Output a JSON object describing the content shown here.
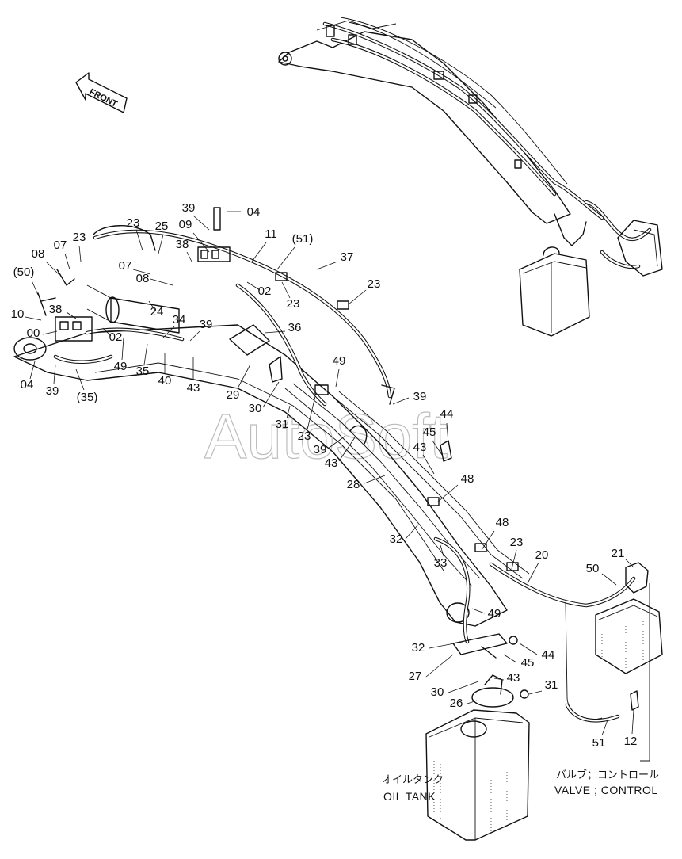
{
  "watermark": "AutoSoft",
  "front_label": "FRONT",
  "oil_tank": {
    "label_jp": "オイルタンク",
    "label_en": "OIL TANK"
  },
  "valve": {
    "label_jp": "バルブ；コントロール",
    "label_en": "VALVE ; CONTROL"
  },
  "callouts": [
    "04",
    "39",
    "09",
    "23",
    "25",
    "38",
    "11",
    "(51)",
    "08",
    "07",
    "23",
    "07",
    "37",
    "08",
    "02",
    "23",
    "23",
    "(50)",
    "38",
    "24",
    "34",
    "39",
    "10",
    "00",
    "02",
    "36",
    "49",
    "35",
    "40",
    "43",
    "04",
    "39",
    "(35)",
    "29",
    "49",
    "39",
    "30",
    "31",
    "23",
    "44",
    "45",
    "39",
    "43",
    "43",
    "28",
    "48",
    "48",
    "32",
    "33",
    "23",
    "20",
    "21",
    "50",
    "49",
    "32",
    "44",
    "45",
    "27",
    "43",
    "30",
    "31",
    "26",
    "51",
    "12"
  ]
}
